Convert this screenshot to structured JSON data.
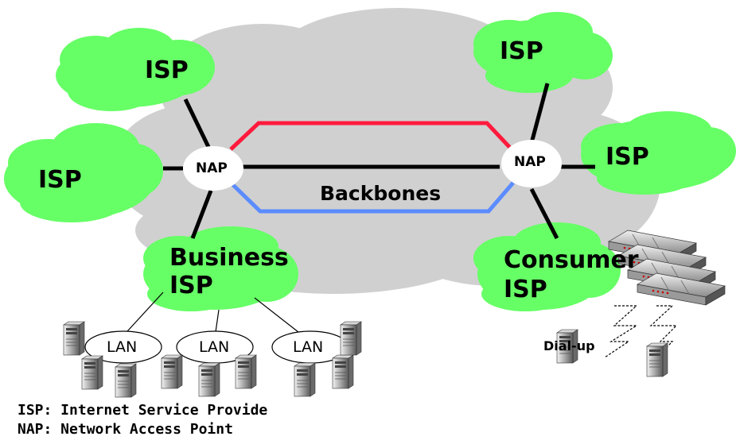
{
  "diagram": {
    "isp_top_left": "ISP",
    "isp_left": "ISP",
    "isp_top_right": "ISP",
    "isp_right": "ISP",
    "business_isp_line1": "Business",
    "business_isp_line2": "ISP",
    "consumer_isp_line1": "Consumer",
    "consumer_isp_line2": "ISP",
    "nap_left": "NAP",
    "nap_right": "NAP",
    "backbones": "Backbones",
    "lan_1": "LAN",
    "lan_2": "LAN",
    "lan_3": "LAN",
    "dialup": "Dial-up"
  },
  "legend": {
    "line1": "ISP: Internet Service Provide",
    "line2": "NAP: Network Access Point"
  },
  "colors": {
    "cloud_green": "#66ff66",
    "backbone_cloud": "#d0d0d0",
    "backbone_red": "#ff1a3c",
    "backbone_blue": "#5b8cff"
  }
}
